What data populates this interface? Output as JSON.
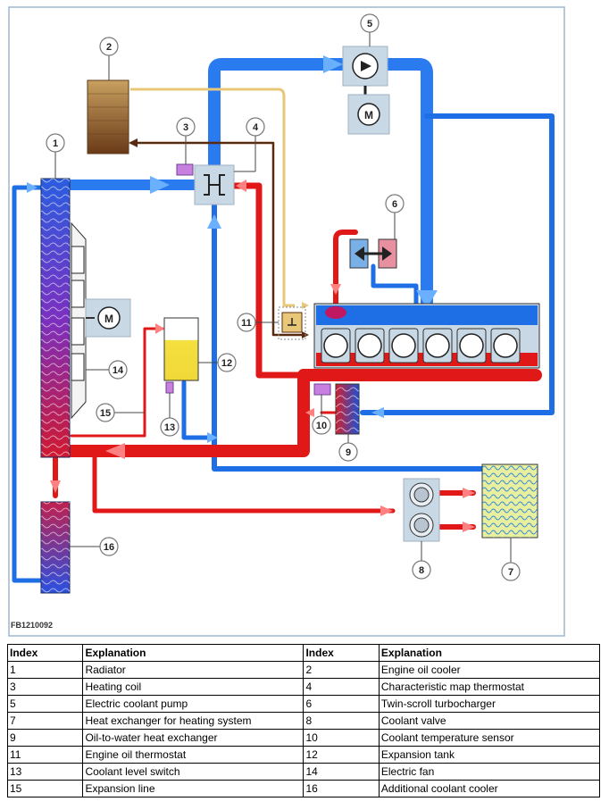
{
  "figure_id": "FB1210092",
  "callouts": [
    "1",
    "2",
    "3",
    "4",
    "5",
    "6",
    "7",
    "8",
    "9",
    "10",
    "11",
    "12",
    "13",
    "14",
    "15",
    "16"
  ],
  "colors": {
    "cold_flow": "#1e6fe6",
    "hot_flow": "#e01818",
    "oil_feed": "#e8c878",
    "oil_return": "#5a2a10",
    "frame": "#9fb7cc"
  },
  "legend": {
    "headers": [
      "Index",
      "Explanation",
      "Index",
      "Explanation"
    ],
    "rows": [
      [
        "1",
        "Radiator",
        "2",
        "Engine oil cooler"
      ],
      [
        "3",
        "Heating coil",
        "4",
        "Characteristic map thermostat"
      ],
      [
        "5",
        "Electric coolant pump",
        "6",
        "Twin-scroll turbocharger"
      ],
      [
        "7",
        "Heat exchanger for heating system",
        "8",
        "Coolant valve"
      ],
      [
        "9",
        "Oil-to-water heat exchanger",
        "10",
        "Coolant temperature sensor"
      ],
      [
        "11",
        "Engine oil thermostat",
        "12",
        "Expansion tank"
      ],
      [
        "13",
        "Coolant level switch",
        "14",
        "Electric fan"
      ],
      [
        "15",
        "Expansion line",
        "16",
        "Additional coolant cooler"
      ]
    ]
  }
}
